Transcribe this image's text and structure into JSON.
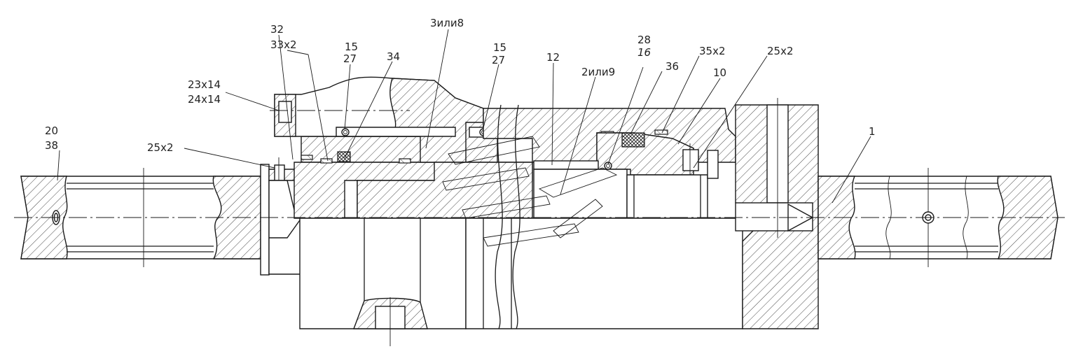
{
  "labels": {
    "p32": "32",
    "p33x2": "33x2",
    "p15a": "15",
    "p27a": "27",
    "p34": "34",
    "p3or8": "3или8",
    "p15b": "15",
    "p27b": "27",
    "p12": "12",
    "p2or9": "2или9",
    "p28": "28",
    "p16": "16",
    "p36": "36",
    "p35x2": "35x2",
    "p10": "10",
    "p25x2top": "25x2",
    "p1": "1",
    "p23x14": "23x14",
    "p24x14": "24x14",
    "p20": "20",
    "p38": "38",
    "p25x2left": "25x2"
  },
  "colors": {
    "line": "#1a1a1a",
    "background": "#ffffff"
  }
}
